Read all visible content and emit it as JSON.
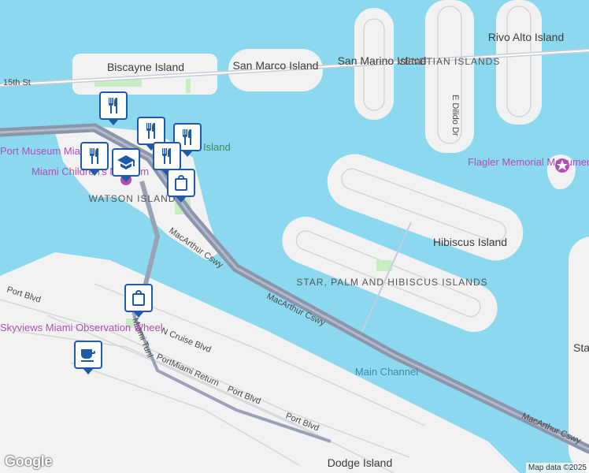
{
  "map": {
    "water_color": "#8cd9ef",
    "land_color": "#f2f2f2",
    "road_color": "#8b95ab",
    "park_color": "#c8ecc4",
    "labels": {
      "venetian_islands": "VENETIAN ISLANDS",
      "rivo_alto_island": "Rivo Alto Island",
      "san_marino_island": "San Marino Island",
      "san_marco_island": "San Marco Island",
      "biscayne_island": "Biscayne Island",
      "e_dilido_dr": "E Dilido Dr",
      "street_15th": "15th St",
      "macarthur_cswy": "MacArthur Cswy",
      "port_museum": "Port Museum Miami",
      "childrens_museum": "Miami Children's Museum",
      "island_fragment": "Island",
      "watson_island": "WATSON ISLAND",
      "flagler_memorial": "Flagler Memorial Monument",
      "hibiscus_island": "Hibiscus Island",
      "star_palm_hibiscus": "STAR, PALM AND HIBISCUS ISLANDS",
      "port_blvd": "Port Blvd",
      "skyviews": "Skyviews Miami Observation Wheel",
      "n_cruise_blvd": "N Cruise Blvd",
      "miami_tunnel": "Miami Tunl",
      "portmiami_return": "PortMiami Return",
      "main_channel": "Main Channel",
      "dodge_island": "Dodge Island",
      "star_fragment": "Sta"
    },
    "pins": [
      {
        "name": "restaurant",
        "icon": "fork-knife-icon"
      },
      {
        "name": "restaurant",
        "icon": "fork-knife-icon"
      },
      {
        "name": "restaurant",
        "icon": "fork-knife-icon"
      },
      {
        "name": "restaurant",
        "icon": "fork-knife-icon"
      },
      {
        "name": "restaurant",
        "icon": "fork-knife-icon"
      },
      {
        "name": "school",
        "icon": "graduation-cap-icon"
      },
      {
        "name": "shopping",
        "icon": "shopping-bag-icon"
      },
      {
        "name": "shopping",
        "icon": "shopping-bag-icon"
      },
      {
        "name": "cafe",
        "icon": "coffee-cup-icon"
      }
    ]
  },
  "footer": {
    "logo": "Google",
    "attribution": "Map data ©2025"
  }
}
